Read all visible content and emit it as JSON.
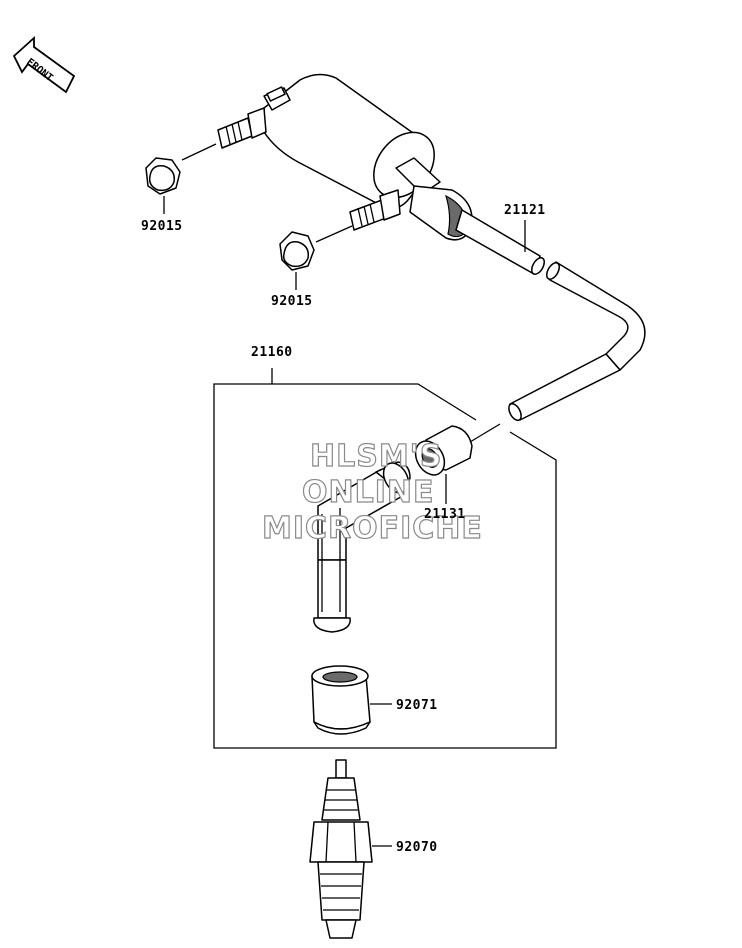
{
  "front_label": "FRONT",
  "watermark": [
    "HLSM'S",
    "ONLINE",
    "MICROFICHE"
  ],
  "parts": {
    "nut_upper": "92015",
    "nut_lower": "92015",
    "ignition_coil": "21121",
    "assembly": "21160",
    "spark_plug_cap": "21131",
    "seal": "92071",
    "spark_plug": "92070"
  }
}
